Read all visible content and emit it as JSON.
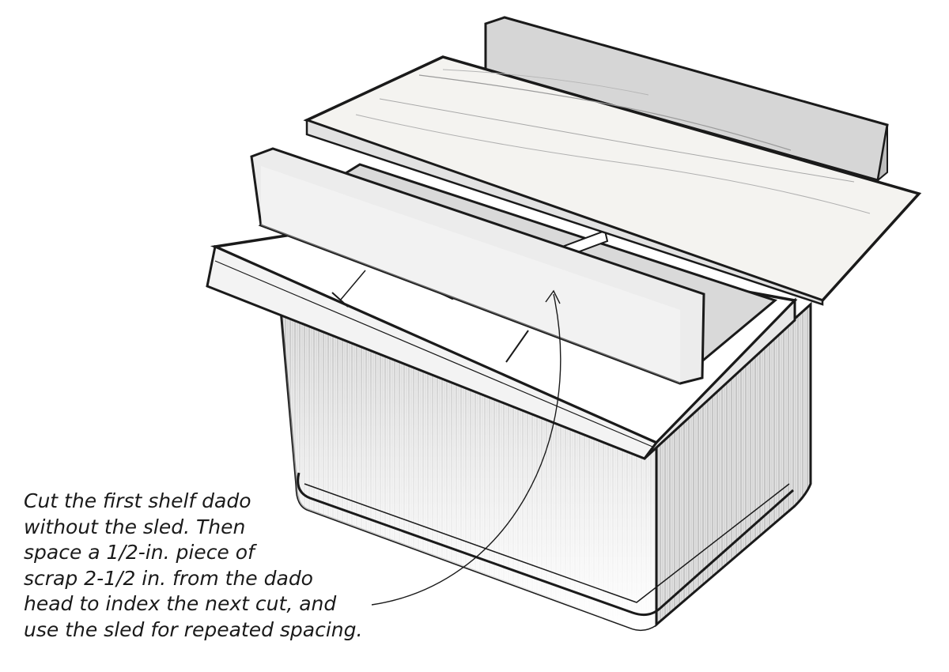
{
  "caption": {
    "lines": [
      "Cut the first shelf dado",
      "without the sled. Then",
      "space a 1/2-in. piece of",
      "scrap 2-1/2 in. from the dado",
      "head to index the next cut, and",
      "use the sled for repeated spacing."
    ]
  },
  "colors": {
    "ink": "#1a1a1a",
    "metal": "#d9d9d9",
    "wood": "#f2f1ee",
    "background": "#ffffff"
  }
}
